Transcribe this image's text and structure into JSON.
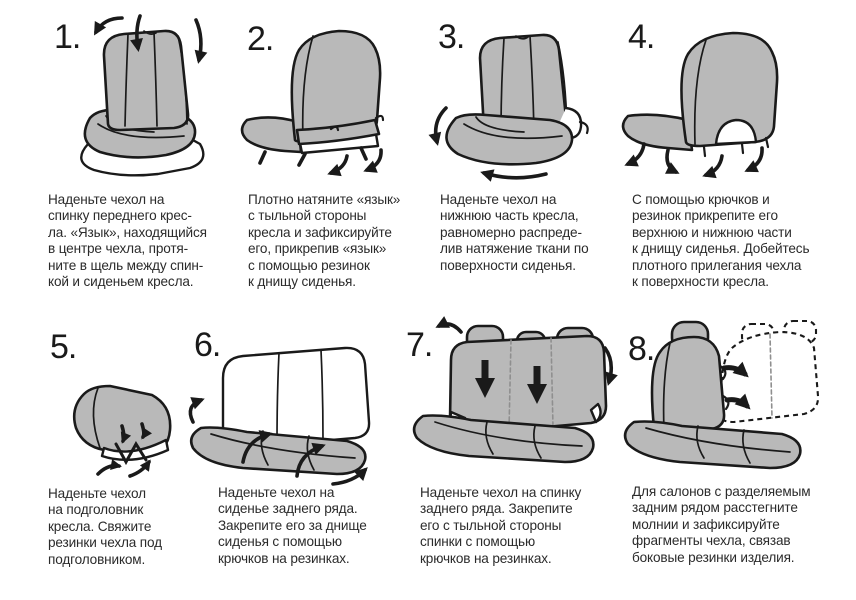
{
  "page": {
    "background": "#ffffff",
    "text_color": "#2b2b2b",
    "outline_color": "#1a1a1a",
    "cover_gray": "#b9b9b9",
    "language": "ru"
  },
  "steps": [
    {
      "number": "1.",
      "illustration": "front-seat-cover-pulled-over-backrest",
      "text": "Наденьте чехол на\nспинку переднего крес-\nла. «Язык», находящийся\nв центре чехла, протя-\nните в щель между спин-\nкой и сиденьем кресла."
    },
    {
      "number": "2.",
      "illustration": "front-seat-rear-tongue-fastening",
      "text": "Плотно натяните «язык»\nс тыльной стороны\nкресла и зафиксируйте\nего, прикрепив «язык»\nс помощью резинок\nк днищу сиденья."
    },
    {
      "number": "3.",
      "illustration": "front-seat-cushion-cover-spread",
      "text": "Наденьте чехол на\nнижнюю часть кресла,\nравномерно распреде-\nлив натяжение ткани по\nповерхности сиденья."
    },
    {
      "number": "4.",
      "illustration": "front-seat-rear-hooks-elastics",
      "text": "С помощью крючков и\nрезинок прикрепите его\nверхнюю и нижнюю части\nк днищу сиденья. Добейтесь\nплотного прилегания чехла\nк поверхности кресла."
    },
    {
      "number": "5.",
      "illustration": "headrest-cover-tie-elastics",
      "text": "Наденьте чехол\nна подголовник\nкресла. Свяжите\nрезинки чехла под\nподголовником."
    },
    {
      "number": "6.",
      "illustration": "rear-bench-cushion-cover",
      "text": "Наденьте чехол на\nсиденье заднего ряда.\nЗакрепите его за днище\nсиденья с помощью\nкрючков на резинках."
    },
    {
      "number": "7.",
      "illustration": "rear-bench-backrest-cover",
      "text": "Наденьте чехол на спинку\nзаднего ряда. Закрепите\nего с тыльной стороны\nспинки с помощью\nкрючков на резинках."
    },
    {
      "number": "8.",
      "illustration": "split-rear-bench-zipper-fragments",
      "text": "Для салонов с разделяемым\nзадним рядом расстегните\nмолнии и зафиксируйте\nфрагменты чехла, связав\nбоковые резинки изделия."
    }
  ]
}
